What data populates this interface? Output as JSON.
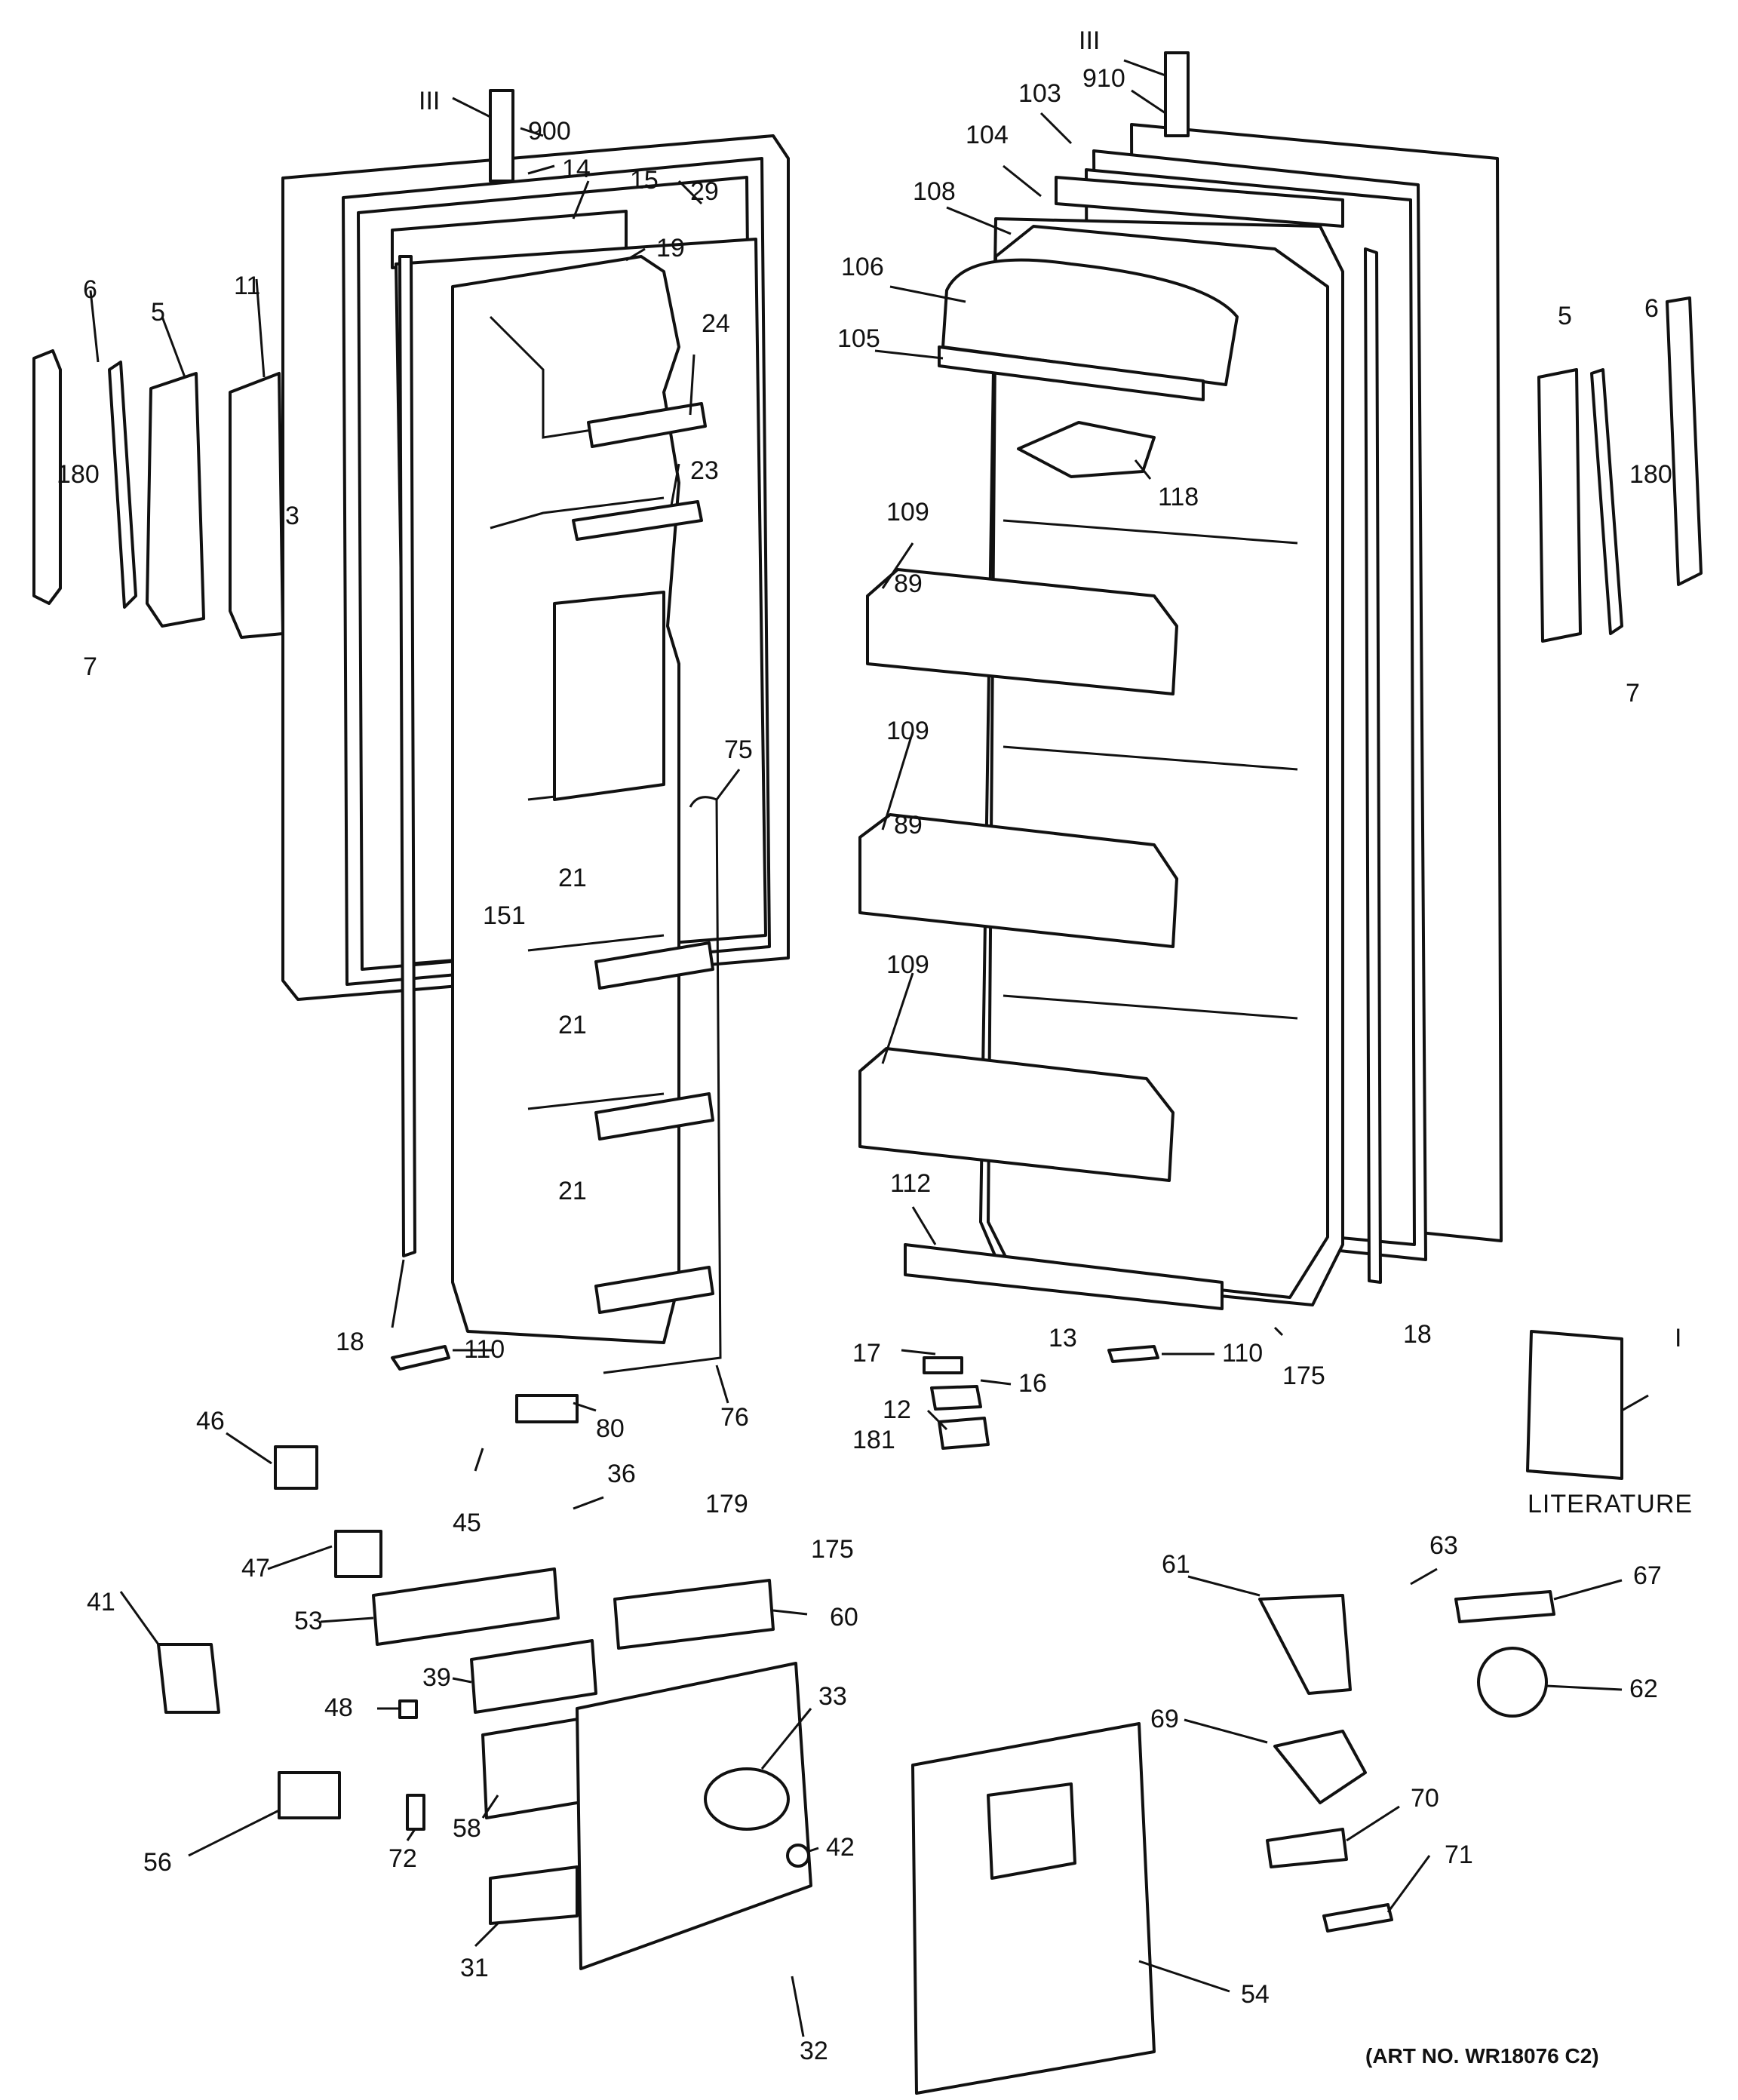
{
  "art_number": "(ART NO. WR18076 C2)",
  "literature_label": "LITERATURE",
  "callouts": [
    "III",
    "900",
    "14",
    "15",
    "29",
    "19",
    "24",
    "23",
    "11",
    "5",
    "6",
    "180",
    "3",
    "7",
    "III",
    "910",
    "103",
    "104",
    "108",
    "106",
    "105",
    "118",
    "109",
    "89",
    "5",
    "6",
    "180",
    "7",
    "109",
    "89",
    "109",
    "75",
    "21",
    "151",
    "21",
    "21",
    "112",
    "18",
    "110",
    "80",
    "76",
    "13",
    "17",
    "16",
    "12",
    "181",
    "110",
    "175",
    "18",
    "I",
    "46",
    "45",
    "36",
    "179",
    "47",
    "175",
    "41",
    "53",
    "60",
    "39",
    "48",
    "33",
    "56",
    "58",
    "72",
    "31",
    "32",
    "42",
    "61",
    "63",
    "67",
    "62",
    "69",
    "70",
    "71",
    "54"
  ]
}
